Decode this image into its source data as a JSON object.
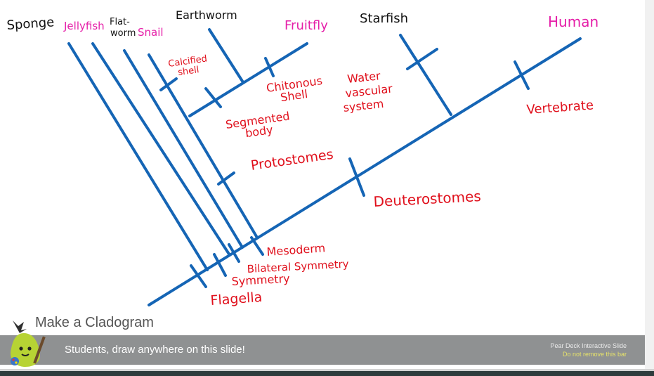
{
  "taxa": [
    "Sponge",
    "Jellyfish",
    "Flat-\nworm",
    "Snail",
    "Earthworm",
    "Fruitfly",
    "Starfish",
    "Human"
  ],
  "traits": {
    "calcified_shell": "Calcified\nshell",
    "chitonous_shell": "Chitonous\nShell",
    "water_vascular": "Water\nvascular\nsystem",
    "vertebrate": "Vertebrate",
    "segmented_body": "Segmented\nbody",
    "protostomes": "Protostomes",
    "deuterostomes": "Deuterostomes",
    "mesoderm": "Mesoderm",
    "bilateral_symmetry": "Bilateral Symmetry",
    "radial_symmetry": "Symmetry",
    "flagella": "Flagella"
  },
  "caption": "Make a Cladogram",
  "pear_deck": {
    "prompt": "Students, draw anywhere on this slide!",
    "brand": "Pear Deck Interactive Slide",
    "notice": "Do not remove this bar"
  },
  "colors": {
    "branch": "#1565b5",
    "taxon_black": "#111111",
    "taxon_pink": "#e51ea8",
    "trait_red": "#e0101c"
  },
  "icons": [
    "pear-mascot-icon"
  ]
}
